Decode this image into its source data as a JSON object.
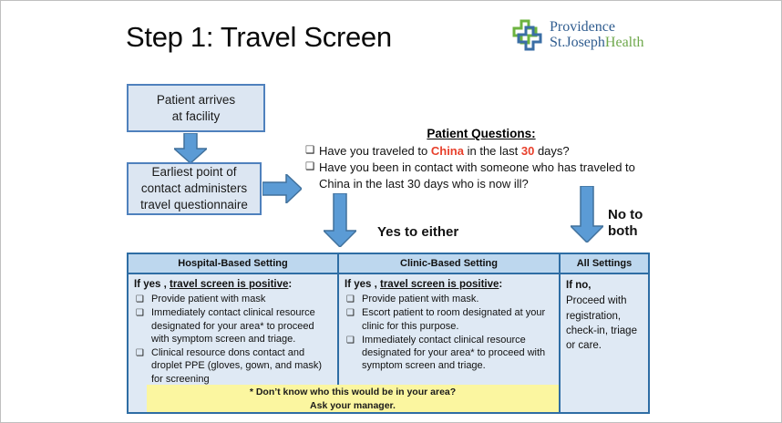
{
  "title": "Step 1: Travel Screen",
  "logo": {
    "line1": "Providence",
    "line2_blue": "St.Joseph",
    "line2_green": "Health"
  },
  "glyphs": {
    "checkbox": "❑"
  },
  "colors": {
    "accent_blue": "#5b9bd5",
    "border_blue": "#2e6da4",
    "header_fill": "#bdd7ee",
    "cell_fill": "#dfe9f4",
    "note_yellow": "#fbf6a0",
    "alert_red": "#e8402c",
    "logo_blue": "#2f5c8f",
    "logo_green": "#6fa84c"
  },
  "flow": {
    "box1": "Patient  arrives\nat facility",
    "box2": "Earliest point of\ncontact administers\ntravel questionnaire"
  },
  "questions": {
    "heading": "Patient Questions:",
    "q1": {
      "pre": "Have you traveled to ",
      "hl1": "China",
      "mid": " in the last ",
      "hl2": "30",
      "post": " days?"
    },
    "q2": "Have you been in contact with someone who has traveled to China in the last 30 days who is now ill?"
  },
  "branch": {
    "yes_label": "Yes to either",
    "no_label": "No to\nboth"
  },
  "table": {
    "headers": [
      "Hospital-Based Setting",
      "Clinic-Based Setting",
      "All Settings"
    ],
    "hospital": {
      "heading_pre": "If yes , ",
      "heading_u": "travel screen is positive",
      "heading_post": ":",
      "items": [
        "Provide patient with mask",
        "Immediately contact clinical resource designated for your area* to proceed with symptom screen and triage.",
        "Clinical resource dons contact and droplet PPE (gloves, gown, and mask) for screening"
      ]
    },
    "clinic": {
      "heading_pre": "If yes , ",
      "heading_u": "travel screen is positive",
      "heading_post": ":",
      "items": [
        "Provide patient with mask.",
        "Escort patient to room designated at your clinic for this purpose.",
        "Immediately contact clinical resource designated for your area* to proceed with symptom screen and triage."
      ]
    },
    "all_settings": {
      "heading": "If no,",
      "body": "Proceed with registration, check-in, triage or care."
    }
  },
  "note": {
    "line1": "* Don’t know who this would be in your area?",
    "line2": "Ask your manager."
  }
}
